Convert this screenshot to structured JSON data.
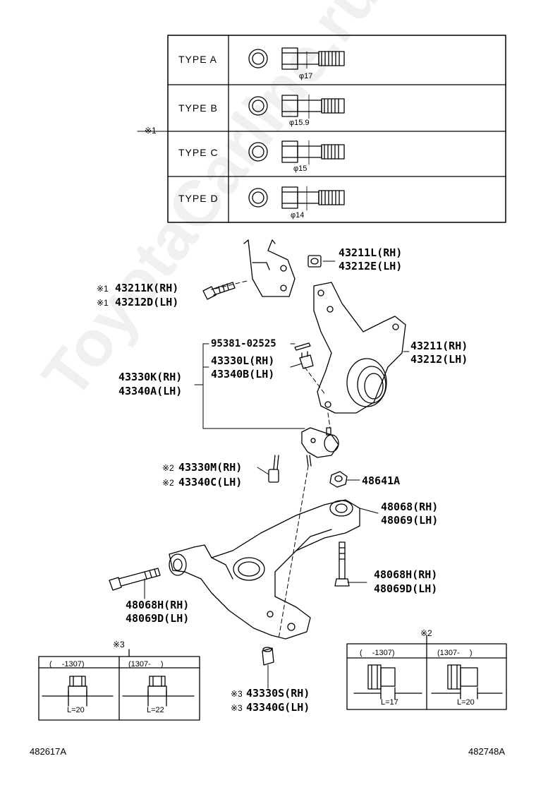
{
  "watermark": "ToyotaCarline.ru",
  "bolt_table": {
    "ref": "※1",
    "rows": [
      {
        "type": "TYPE A",
        "dia": "φ17"
      },
      {
        "type": "TYPE B",
        "dia": "φ15.9"
      },
      {
        "type": "TYPE C",
        "dia": "φ15"
      },
      {
        "type": "TYPE D",
        "dia": "φ14"
      }
    ]
  },
  "parts": {
    "p43211L": "43211L(RH)",
    "p43212E": "43212E(LH)",
    "ref1a": "※1",
    "p43211K": "43211K(RH)",
    "ref1b": "※1",
    "p43212D": "43212D(LH)",
    "p95381": "95381-02525",
    "p43330L": "43330L(RH)",
    "p43340B": "43340B(LH)",
    "p43330K": "43330K(RH)",
    "p43340A": "43340A(LH)",
    "p43211": "43211(RH)",
    "p43212": "43212(LH)",
    "ref2a": "※2",
    "p43330M": "43330M(RH)",
    "ref2b": "※2",
    "p43340C": "43340C(LH)",
    "p48641A": "48641A",
    "p48068": "48068(RH)",
    "p48069": "48069(LH)",
    "p48068H_r": "48068H(RH)",
    "p48069D_r": "48069D(LH)",
    "p48068H_l": "48068H(RH)",
    "p48069D_l": "48069D(LH)",
    "ref3a": "※3",
    "p43330S": "43330S(RH)",
    "ref3b": "※3",
    "p43340G": "43340G(LH)"
  },
  "detail3": {
    "ref": "※3",
    "left_range": "(　 -1307)",
    "right_range": "(1307-　 )",
    "left_len": "L=20",
    "right_len": "L=22"
  },
  "detail2": {
    "ref": "※2",
    "left_range": "(　 -1307)",
    "right_range": "(1307-　 )",
    "left_len": "L=17",
    "right_len": "L=20"
  },
  "codes": {
    "left": "482617A",
    "right": "482748A"
  }
}
